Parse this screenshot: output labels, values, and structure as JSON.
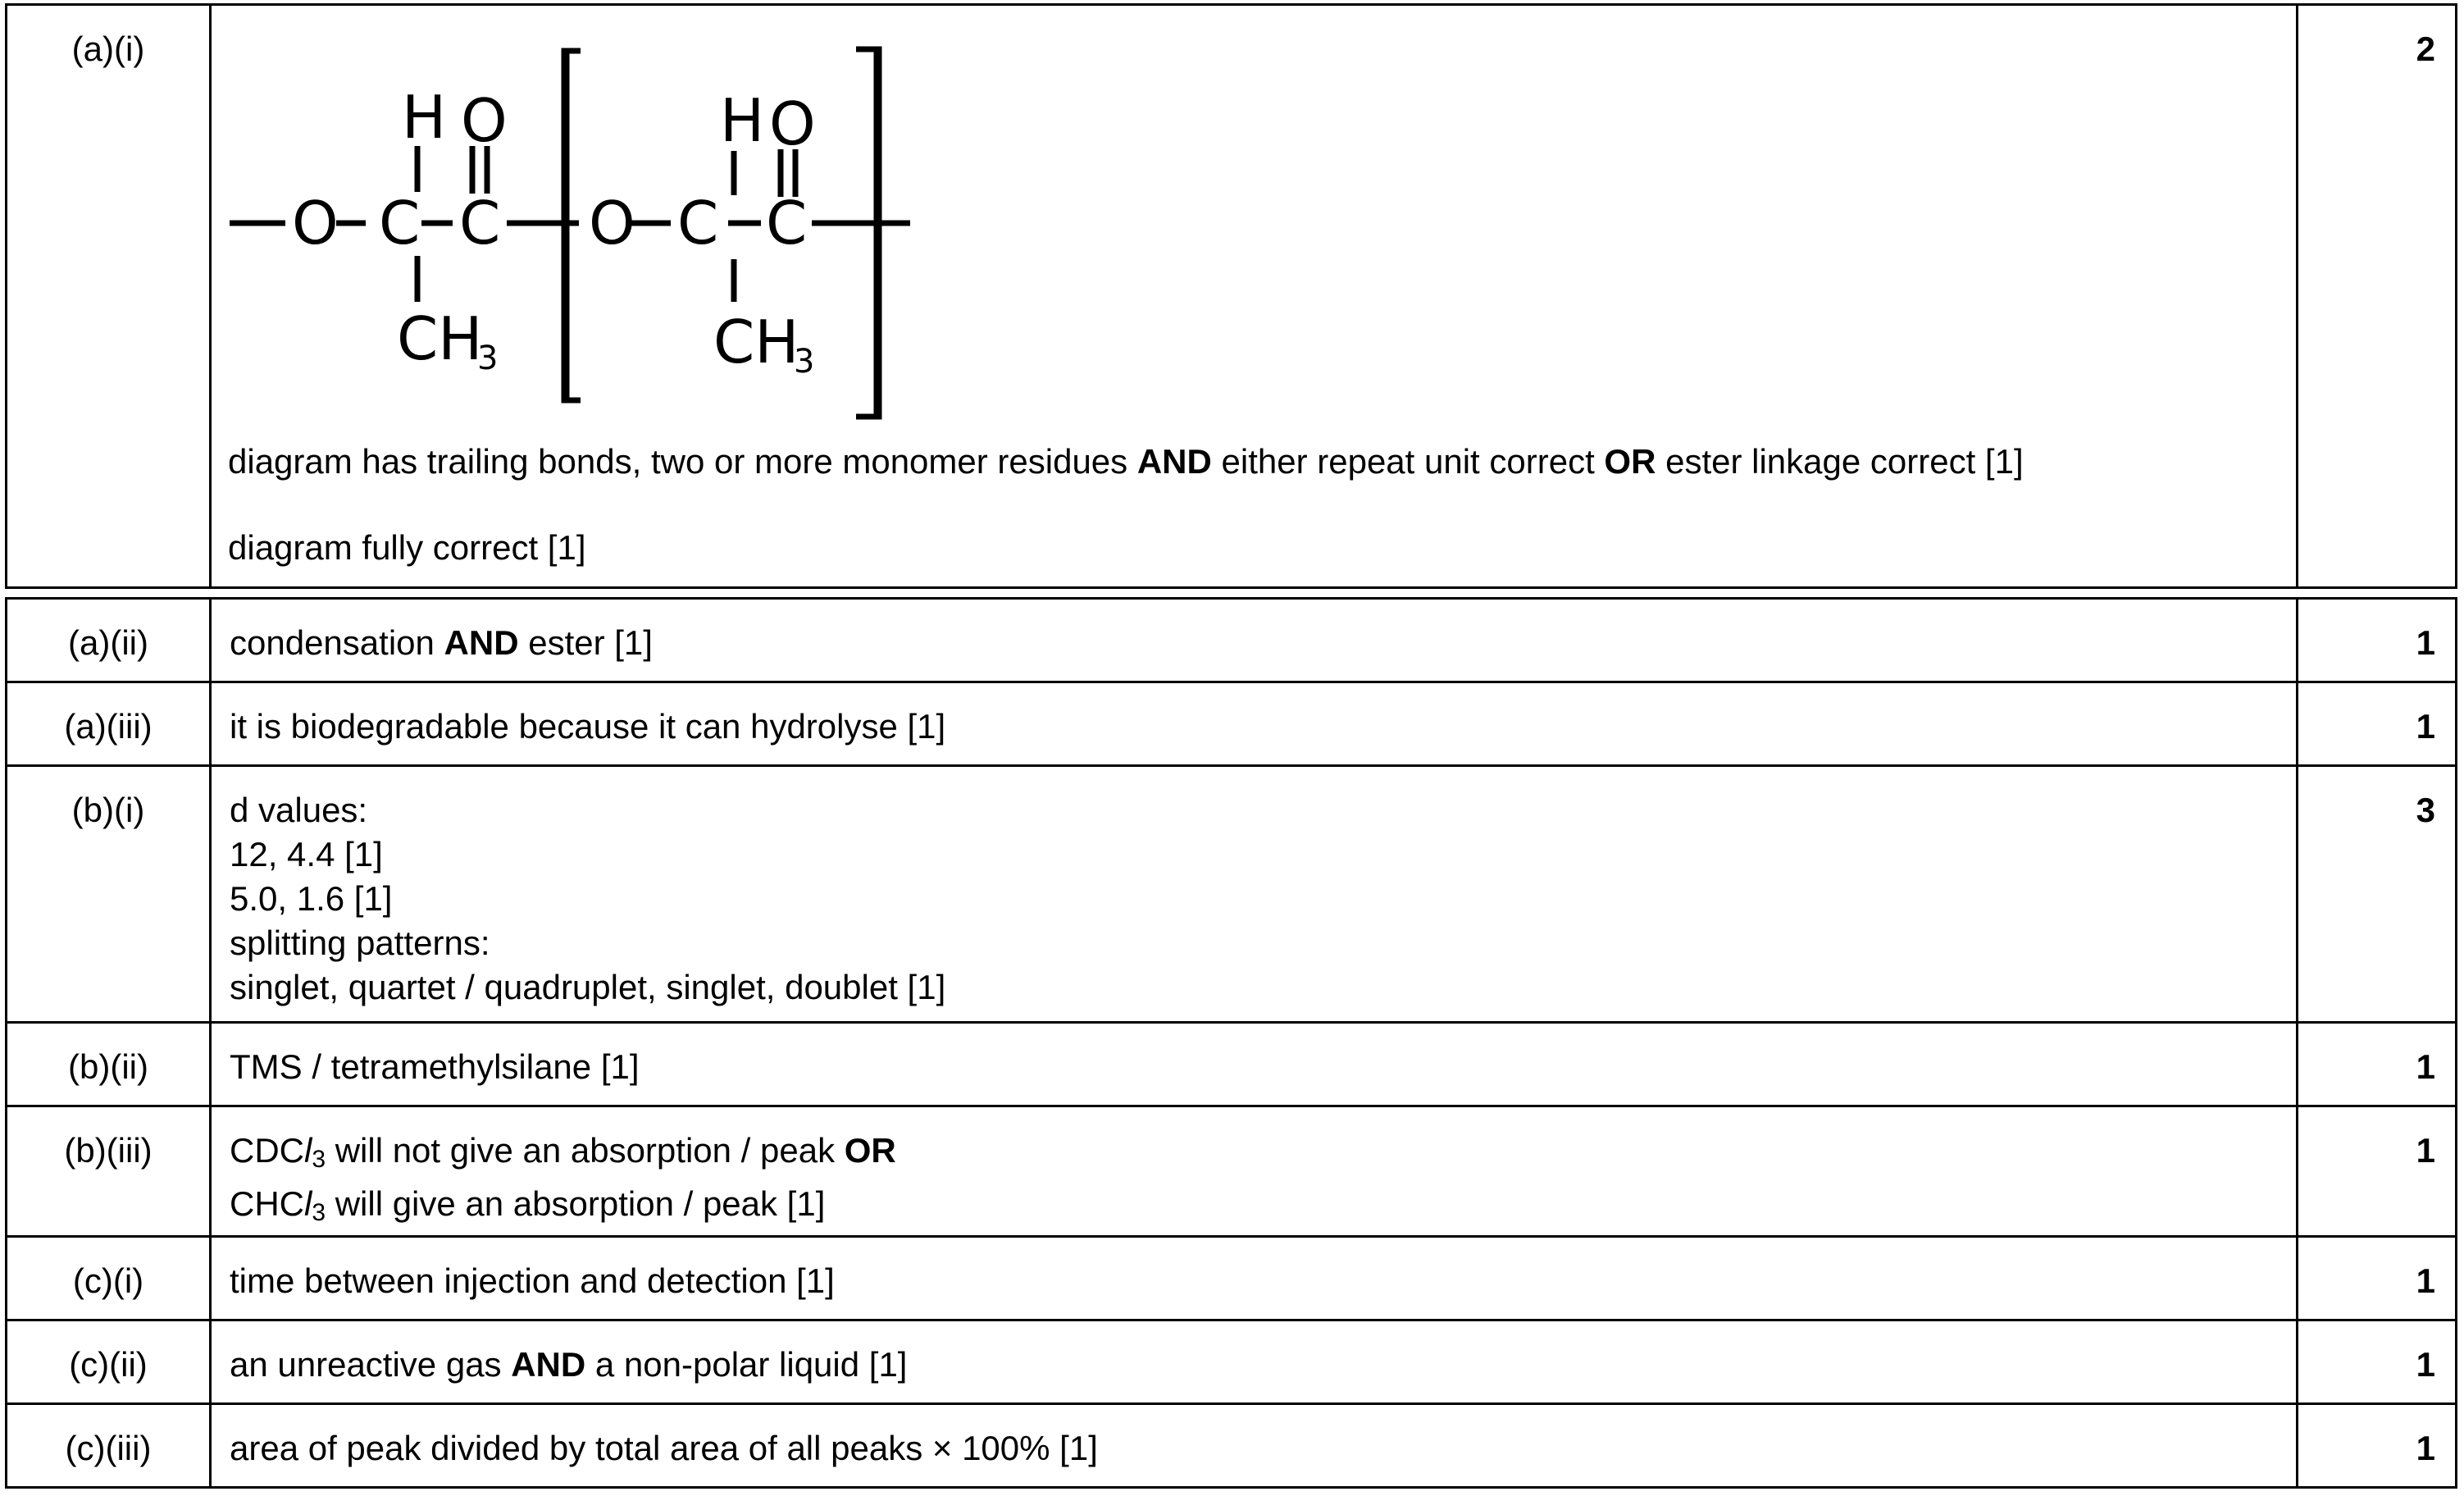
{
  "part_a_i": {
    "label": "(a)(i)",
    "mark": "2",
    "structure": {
      "atoms": {
        "O": "O",
        "C": "C",
        "H": "H",
        "CH": "CH",
        "sub3": "3"
      }
    },
    "criterion_1": {
      "t1": "diagram has trailing bonds, two or more monomer residues ",
      "b1": "AND",
      "t2": " either repeat unit correct ",
      "b2": "OR",
      "t3": " ester linkage correct [1]"
    },
    "criterion_2": "diagram fully correct [1]"
  },
  "rows": {
    "a_ii": {
      "label": "(a)(ii)",
      "mark": "1",
      "t1": "condensation ",
      "b1": "AND",
      "t2": " ester [1]"
    },
    "a_iii": {
      "label": "(a)(iii)",
      "mark": "1",
      "text": "it is biodegradable because it can hydrolyse [1]"
    },
    "b_i": {
      "label": "(b)(i)",
      "mark": "3",
      "lines": [
        "d values:",
        "12, 4.4 [1]",
        "5.0, 1.6 [1]",
        "splitting patterns:",
        "singlet, quartet / quadruplet, singlet, doublet [1]"
      ]
    },
    "b_ii": {
      "label": "(b)(ii)",
      "mark": "1",
      "text": "TMS / tetramethylsilane [1]"
    },
    "b_iii": {
      "label": "(b)(iii)",
      "mark": "1",
      "l1_prefix": "CDC",
      "l1_italic": "l",
      "l1_sub": "3",
      "l1_text": " will not give an absorption / peak ",
      "l1_bold": "OR",
      "l2_prefix": "CHC",
      "l2_italic": "l",
      "l2_sub": "3",
      "l2_text": " will give an absorption / peak [1]"
    },
    "c_i": {
      "label": "(c)(i)",
      "mark": "1",
      "text": "time between injection and detection [1]"
    },
    "c_ii": {
      "label": "(c)(ii)",
      "mark": "1",
      "t1": "an unreactive gas ",
      "b1": "AND",
      "t2": " a non-polar liquid [1]"
    },
    "c_iii": {
      "label": "(c)(iii)",
      "mark": "1",
      "text": "area of peak divided by total area of all peaks × 100% [1]"
    }
  }
}
